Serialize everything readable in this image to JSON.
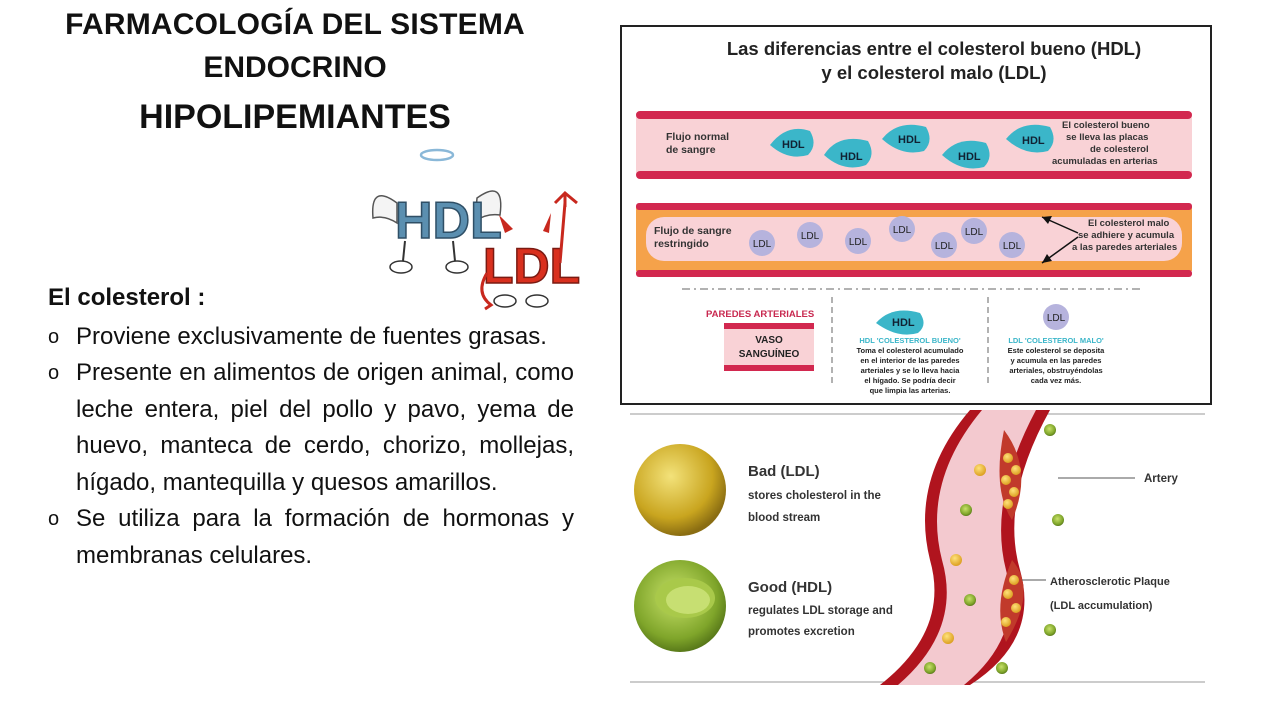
{
  "slide": {
    "title_line1": "FARMACOLOGÍA DEL SISTEMA",
    "title_line2": "ENDOCRINO",
    "title_line3": "HIPOLIPEMIANTES",
    "intro": "El colesterol :",
    "bullets": [
      "Proviene exclusivamente de fuentes grasas.",
      "Presente en alimentos de origen animal, como leche entera, piel del pollo y pavo, yema de huevo, manteca de cerdo, chorizo, mollejas, hígado, mantequilla y quesos amarillos.",
      "Se utiliza para la formación de hormonas y membranas celulares."
    ]
  },
  "cartoon": {
    "hdl": "HDL",
    "ldl": "LDL"
  },
  "diagram": {
    "title1": "Las diferencias entre el colesterol bueno (HDL)",
    "title2": "y el colesterol malo (LDL)",
    "flow_normal1": "Flujo normal",
    "flow_normal2": "de sangre",
    "good_note": [
      "El colesterol bueno",
      "se lleva las placas",
      "de colesterol",
      "acumuladas en arterias"
    ],
    "flow_restricted1": "Flujo de sangre",
    "flow_restricted2": "restringido",
    "bad_note": [
      "El colesterol malo",
      "se adhiere y acumula",
      "a las paredes arteriales"
    ],
    "hdl": "HDL",
    "ldl": "LDL",
    "walls1": "PAREDES ARTERIALES",
    "vessel1": "VASO",
    "vessel2": "SANGUÍNEO",
    "hdl_heading": "HDL 'COLESTEROL BUENO'",
    "hdl_desc": [
      "Toma el colesterol acumulado",
      "en el interior de las paredes",
      "arteriales y se lo lleva hacia",
      "el hígado. Se podría decir",
      "que limpia las arterias."
    ],
    "ldl_heading": "LDL 'COLESTEROL MALO'",
    "ldl_desc": [
      "Este colesterol se deposita",
      "y acumula en las paredes",
      "arteriales, obstruyéndolas",
      "cada vez más."
    ]
  },
  "artery": {
    "bad_title": "Bad (LDL)",
    "bad_desc1": "stores cholesterol in the",
    "bad_desc2": "blood stream",
    "good_title": "Good (HDL)",
    "good_desc1": "regulates LDL storage and",
    "good_desc2": "promotes excretion",
    "artery_label": "Artery",
    "plaque1": "Atherosclerotic Plaque",
    "plaque2": "(LDL accumulation)"
  }
}
